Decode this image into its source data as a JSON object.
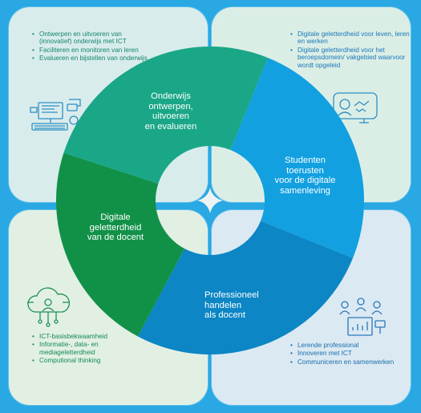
{
  "quadrants": {
    "top_left": {
      "segment_title": "Onderwijs\nontwerpen,\nuitvoeren\nen evalueren",
      "bullets": [
        "Ontwerpen en uitvoeren van (innovatief) onderwijs met ICT",
        "Faciliteren en monitoren van leren",
        "Evalueren en bijstellen van onderwijs"
      ],
      "color": "#1aa787",
      "icon": "computer-workstation-icon"
    },
    "top_right": {
      "segment_title": "Studenten\ntoerusten\nvoor de digitale\nsamenleving",
      "bullets": [
        "Digitale geletterdheid voor leven, leren en werken",
        "Digitale geletterdheid voor het beroepsdomein/ vakgebied waarvoor wordt opgeleid"
      ],
      "color": "#12a0e0",
      "icon": "handshake-learning-icon"
    },
    "bottom_left": {
      "segment_title": "Digitale\ngeletterdheid\nvan de docent",
      "bullets": [
        "ICT-basisbekwaamheid",
        "Informatie-, data- en mediageletterdheid",
        "Computional thinking"
      ],
      "color": "#119148",
      "icon": "cloud-network-icon"
    },
    "bottom_right": {
      "segment_title": "Professioneel\nhandelen\nals docent",
      "bullets": [
        "Lerende professional",
        "Innoveren met ICT",
        "Communiceren en samenwerken"
      ],
      "color": "#0c86c4",
      "icon": "people-communication-icon"
    }
  }
}
